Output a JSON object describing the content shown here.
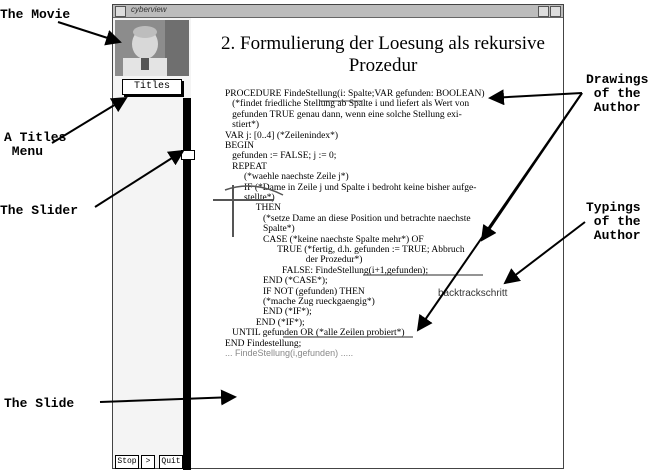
{
  "annotations": {
    "movie": "The Movie",
    "titles_menu": "A Titles\n Menu",
    "slider": "The Slider",
    "slide": "The Slide",
    "drawings": "Drawings\n of the\n Author",
    "typings": "Typings\n of the\n Author"
  },
  "window": {
    "title": "cyberview"
  },
  "controls": {
    "titles": "Titles",
    "stop": "Stop",
    "next": ">",
    "quit": "Quit"
  },
  "slide": {
    "title": "2. Formulierung der Loesung als rekursive Prozedur",
    "lines": [
      "PROCEDURE FindeStellung(i: Spalte;VAR gefunden: BOOLEAN)",
      "   (*findet friedliche Stellung ab Spalte i und liefert als Wert von",
      "   gefunden TRUE genau dann, wenn eine solche Stellung exi-",
      "   stiert*)",
      "VAR j: [0..4] (*Zeilenindex*)",
      "BEGIN",
      "   gefunden := FALSE; j := 0;",
      "   REPEAT",
      "        (*waehle naechste Zeile j*)",
      "        IF (*Dame in Zeile j und Spalte i bedroht keine bisher aufge-",
      "        stellte*)",
      "             THEN",
      "                (*setze Dame an diese Position und betrachte naechste",
      "                Spalte*)",
      "                CASE (*keine naechste Spalte mehr*) OF",
      "                      TRUE (*fertig, d.h. gefunden := TRUE; Abbruch",
      "                                  der Prozedur*)",
      "                        FALSE: FindeStellung(i+1,gefunden);",
      "                END (*CASE*);",
      "                IF NOT (gefunden) THEN",
      "                (*mache Zug rueckgaengig*)",
      "                END (*IF*);",
      "             END (*IF*);",
      "   UNTIL gefunden OR (*alle Zeilen probiert*)",
      "END Findestellung;"
    ],
    "typed_text": "backtrackschritt",
    "handwritten_line": "... FindeStellung(i,gefunden) ....."
  }
}
